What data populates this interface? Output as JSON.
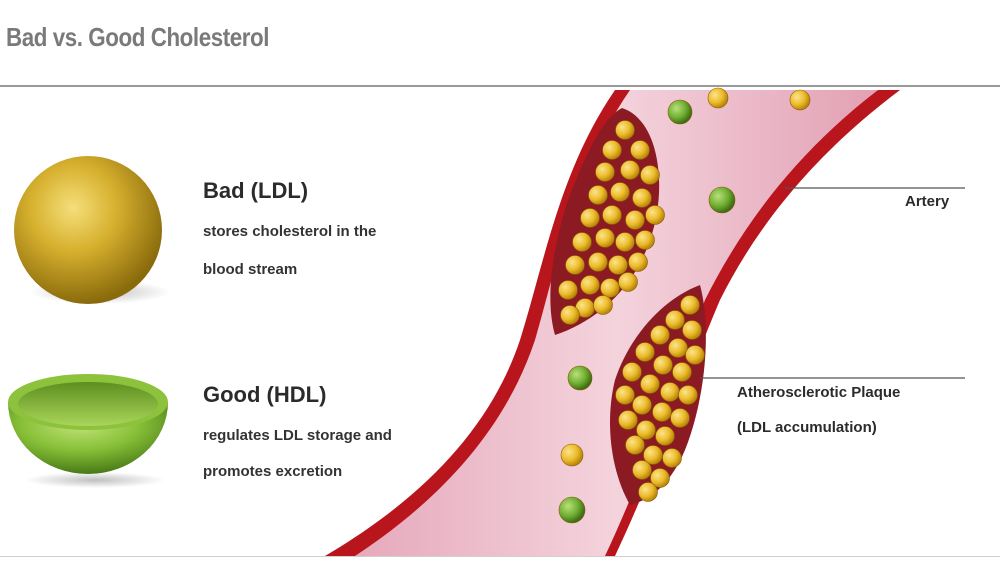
{
  "title": "Bad vs. Good Cholesterol",
  "ldl": {
    "heading": "Bad (LDL)",
    "line1": "stores cholesterol in the",
    "line2": "blood stream",
    "color": "#d4ae2b"
  },
  "hdl": {
    "heading": "Good (HDL)",
    "line1": "regulates LDL storage and",
    "line2": "promotes excretion",
    "color": "#7fb935"
  },
  "labels": {
    "artery": "Artery",
    "plaque_line1": "Atherosclerotic Plaque",
    "plaque_line2": "(LDL accumulation)"
  },
  "colors": {
    "artery_wall": "#b8151c",
    "artery_lumen": "#efc3d0",
    "plaque_cell": "#f2c330",
    "hdl_particle": "#72b034"
  }
}
